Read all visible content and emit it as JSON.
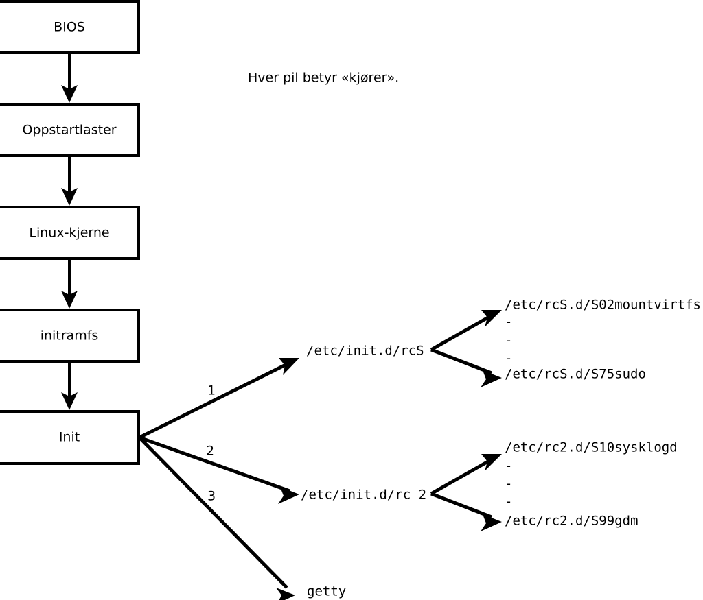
{
  "diagram": {
    "note": "Hver pil betyr «kjører».",
    "stages": [
      {
        "label": "BIOS"
      },
      {
        "label": "Oppstartlaster"
      },
      {
        "label": "Linux-kjerne"
      },
      {
        "label": "initramfs"
      },
      {
        "label": "Init"
      }
    ],
    "branches": [
      {
        "number": "1",
        "target": "/etc/init.d/rcS"
      },
      {
        "number": "2",
        "target": "/etc/init.d/rc 2"
      },
      {
        "number": "3",
        "target": "getty"
      }
    ],
    "script_groups": [
      {
        "first": "/etc/rcS.d/S02mountvirtfs",
        "ellipsis": [
          "-",
          "-",
          "-"
        ],
        "last": "/etc/rcS.d/S75sudo"
      },
      {
        "first": "/etc/rc2.d/S10sysklogd",
        "ellipsis": [
          "-",
          "-",
          "-"
        ],
        "last": "/etc/rc2.d/S99gdm"
      }
    ],
    "colors": {
      "stroke": "#000000",
      "fill": "#ffffff",
      "text": "#000000"
    }
  }
}
